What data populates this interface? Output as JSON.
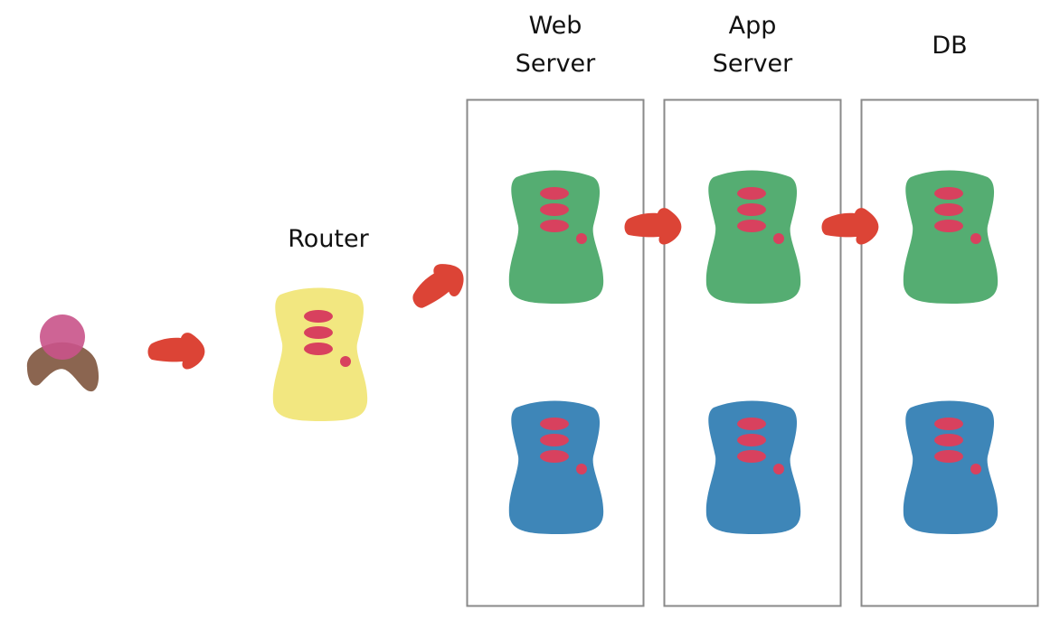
{
  "labels": {
    "router": "Router",
    "web_server": [
      "Web",
      "Server"
    ],
    "app_server": [
      "App",
      "Server"
    ],
    "db": "DB"
  },
  "colors": {
    "router": "#f2e780",
    "server_top": "#55ad72",
    "server_bottom": "#3e86b8",
    "indicator": "#d8415e",
    "arrow": "#dc4436",
    "user_head": "#c9538a",
    "user_body": "#8b6550",
    "tier_border": "#8a8a8a"
  },
  "icons": {
    "user": "user-icon",
    "router": "router-icon",
    "server": "server-icon",
    "arrow": "arrow-right-icon"
  }
}
